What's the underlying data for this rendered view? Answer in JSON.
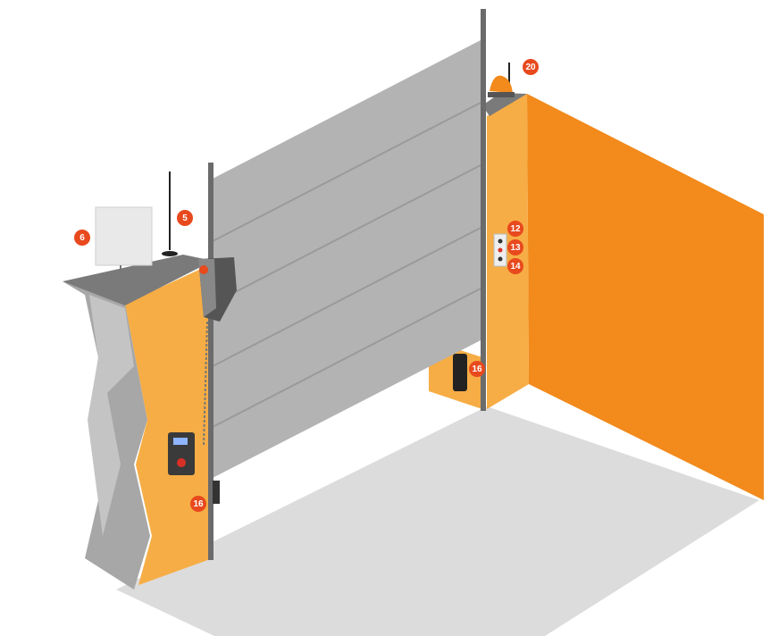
{
  "colors": {
    "floor": "#dcdcdc",
    "wall_orange": "#f28a1c",
    "wall_light_orange": "#f6ad45",
    "door_panel": "#b3b3b3",
    "door_line": "#9a9a9a",
    "rail": "#6b6b6b",
    "ceiling": "#7a7a7a",
    "badge": "#e8491d",
    "badge_text": "#ffffff"
  },
  "hotspots": [
    {
      "id": "radio-receiver",
      "label": "6",
      "icon": "radio-receiver-icon"
    },
    {
      "id": "antenna",
      "label": "5",
      "icon": "antenna-icon"
    },
    {
      "id": "warning-light",
      "label": "20",
      "icon": "warning-light-icon"
    },
    {
      "id": "wall-switch-top",
      "label": "12",
      "icon": "wall-switch-icon"
    },
    {
      "id": "wall-switch-mid",
      "label": "13",
      "icon": "wall-switch-icon"
    },
    {
      "id": "wall-switch-bottom",
      "label": "14",
      "icon": "wall-switch-icon"
    },
    {
      "id": "photocell-right",
      "label": "16",
      "icon": "photocell-icon"
    },
    {
      "id": "photocell-left",
      "label": "16",
      "icon": "photocell-icon"
    }
  ]
}
